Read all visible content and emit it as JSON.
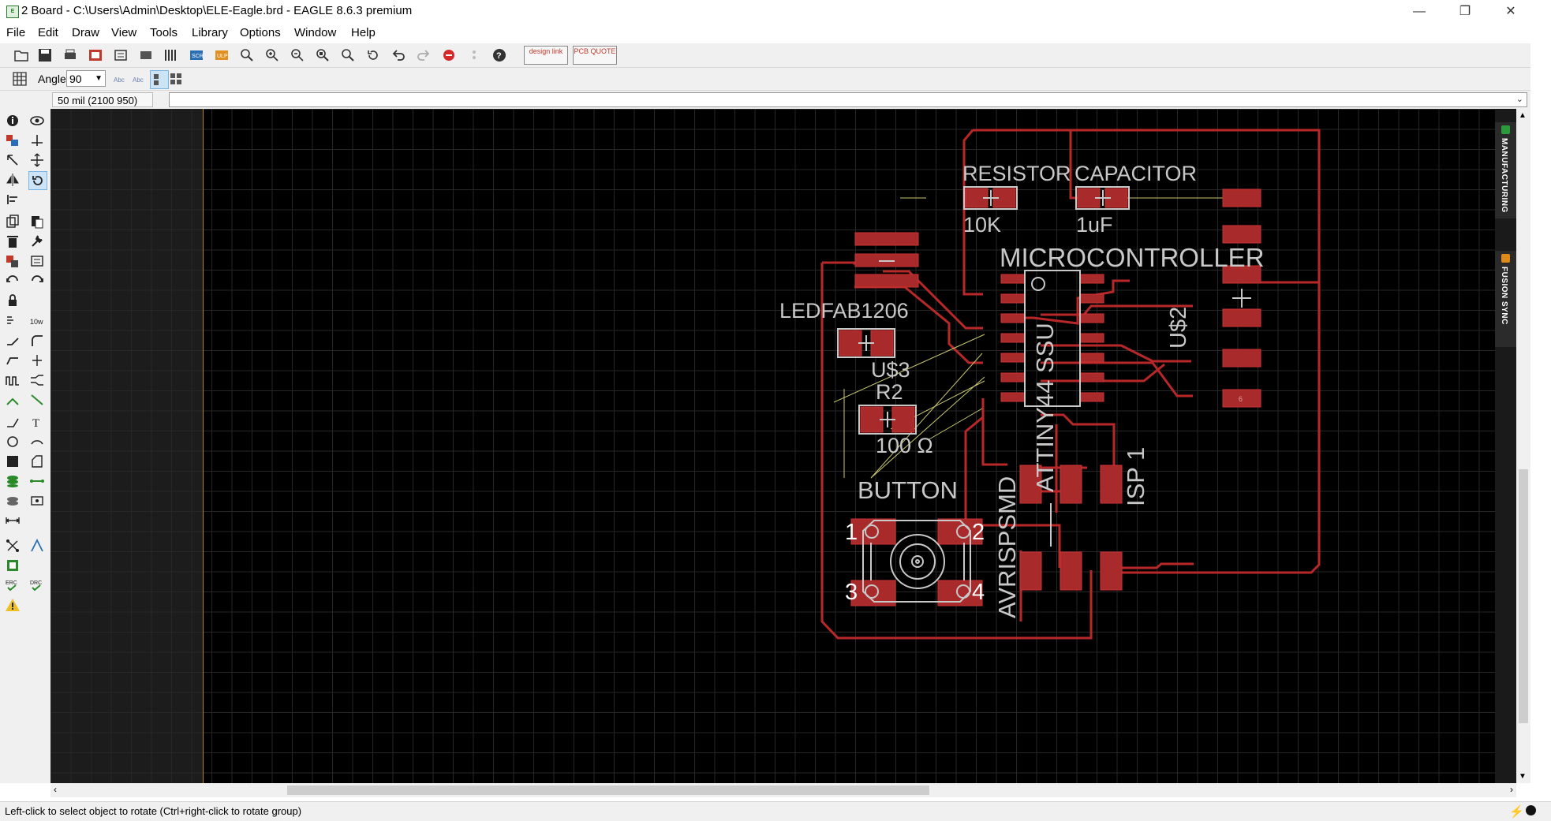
{
  "window": {
    "title": "2 Board - C:\\Users\\Admin\\Desktop\\ELE-Eagle.brd - EAGLE 8.6.3 premium",
    "app_icon": "eagle-app-icon",
    "minimize_symbol": "—",
    "restore_symbol": "❐",
    "close_symbol": "✕"
  },
  "menu": {
    "items": [
      "File",
      "Edit",
      "Draw",
      "View",
      "Tools",
      "Library",
      "Options",
      "Window",
      "Help"
    ]
  },
  "toolbar": {
    "design_link_label": "design link",
    "pcb_quote_label": "PCB QUOTE"
  },
  "param_bar": {
    "angle_label": "Angle:",
    "angle_value": "90"
  },
  "command_bar": {
    "coordinates": "50 mil (2100 950)",
    "command_value": ""
  },
  "side_panel": {
    "tabs": [
      {
        "label": "MANUFACTURING",
        "icon": "manufacturing-icon"
      },
      {
        "label": "FUSION SYNC",
        "icon": "fusion-sync-icon"
      }
    ]
  },
  "board": {
    "labels": {
      "resistor": "RESISTOR",
      "capacitor": "CAPACITOR",
      "resistor_value": "10K",
      "capacitor_value": "1uF",
      "microcontroller": "MICROCONTROLLER",
      "mcu_part": "ATTINY44 SSU",
      "led": "LEDFAB1206",
      "led_ref": "U$3",
      "r2_ref": "R2",
      "r2_value": "100 Ω",
      "button": "BUTTON",
      "avr": "AVRISPSMD",
      "isp": "ISP 1",
      "us2": "U$2",
      "btn_pin1": "1",
      "btn_pin2": "2",
      "btn_pin3": "3",
      "btn_pin4": "4",
      "header_pin6": "6"
    },
    "colors": {
      "background": "#000000",
      "copper_top": "#b82828",
      "pad": "#a82a2a",
      "airwire": "#c8c870",
      "silkscreen": "#c8c8c8"
    }
  },
  "status": {
    "message": "Left-click to select object to rotate (Ctrl+right-click to rotate group)"
  }
}
